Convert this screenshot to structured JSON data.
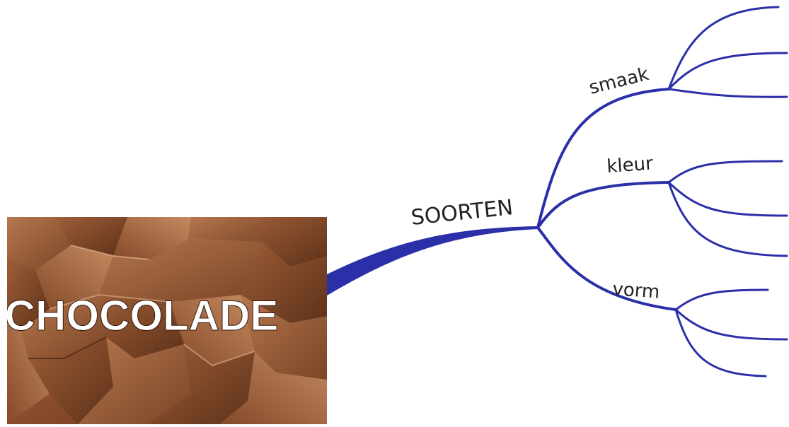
{
  "central_topic": {
    "label": "CHOCOLADE",
    "image": "chocolate-pieces-photo"
  },
  "main_branch": {
    "label": "SOORTEN"
  },
  "sub_branches": [
    {
      "label": "smaak"
    },
    {
      "label": "kleur"
    },
    {
      "label": "vorm"
    }
  ],
  "colors": {
    "branch": "#2b2fa8",
    "central_text": "#ffffff",
    "branch_text": "#222222"
  }
}
